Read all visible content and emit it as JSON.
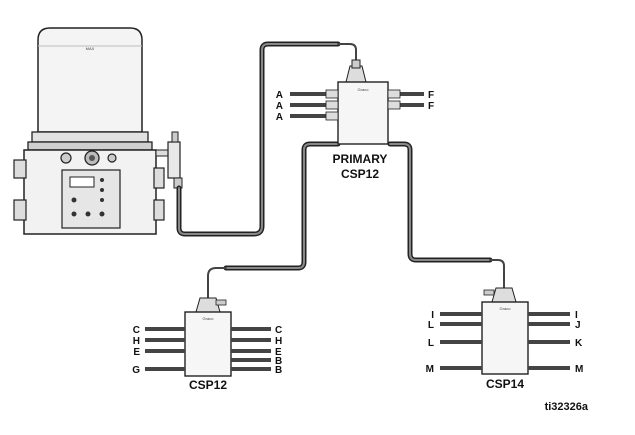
{
  "pump": {
    "reservoir_label": "MAX"
  },
  "primary": {
    "title_line1": "PRIMARY",
    "title_line2": "CSP12",
    "left_labels": [
      "A",
      "A",
      "A"
    ],
    "right_labels": [
      "F",
      "F"
    ]
  },
  "csp12": {
    "title": "CSP12",
    "left_labels": [
      "C",
      "H",
      "E",
      "G"
    ],
    "right_labels": [
      "C",
      "H",
      "E",
      "B",
      "B"
    ]
  },
  "csp14": {
    "title": "CSP14",
    "left_labels": [
      "I",
      "L",
      "L",
      "M"
    ],
    "right_labels": [
      "I",
      "J",
      "K",
      "M"
    ]
  },
  "figure_id": "ti32326a"
}
